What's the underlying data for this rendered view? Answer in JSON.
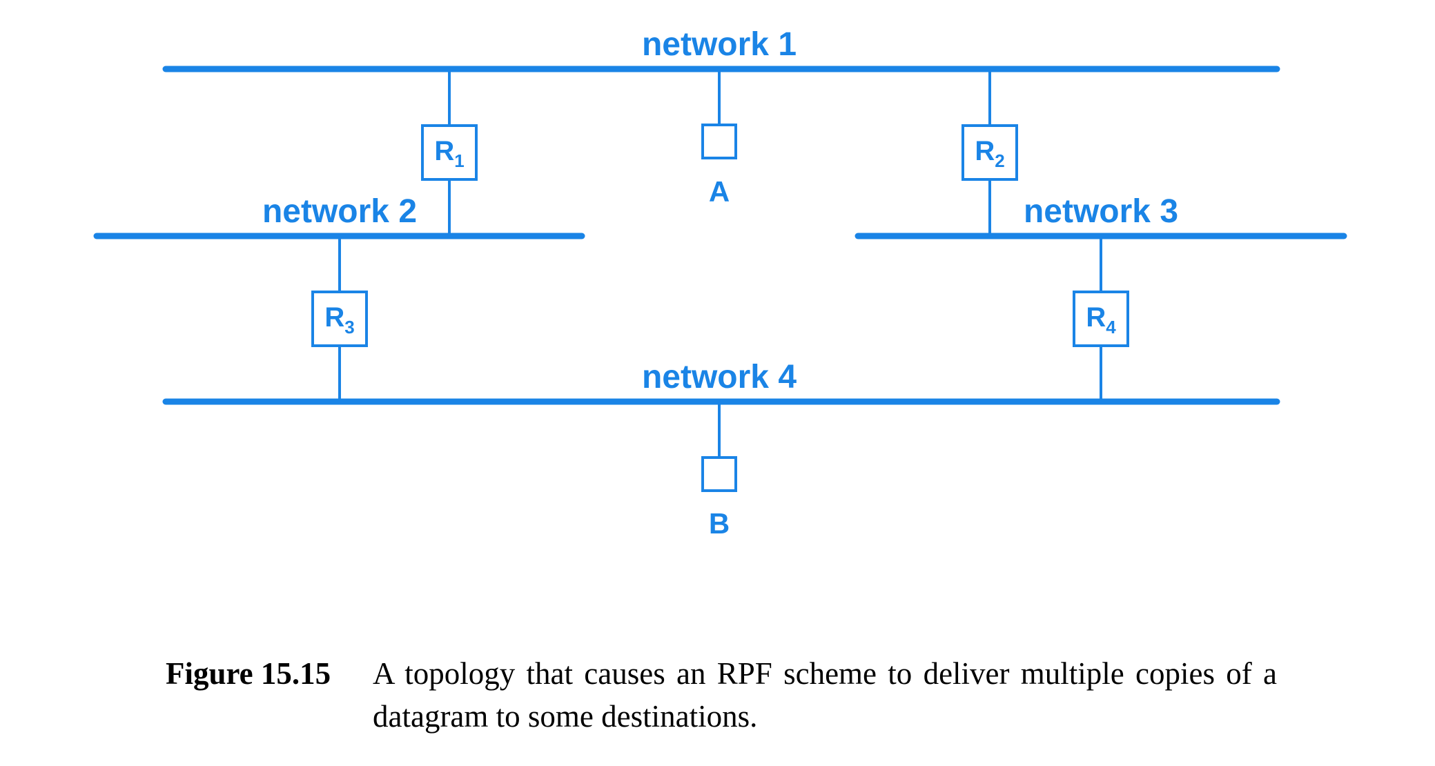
{
  "networks": [
    {
      "id": "n1",
      "label": "network 1"
    },
    {
      "id": "n2",
      "label": "network 2"
    },
    {
      "id": "n3",
      "label": "network 3"
    },
    {
      "id": "n4",
      "label": "network 4"
    }
  ],
  "routers": [
    {
      "id": "r1",
      "letter": "R",
      "subscript": "1"
    },
    {
      "id": "r2",
      "letter": "R",
      "subscript": "2"
    },
    {
      "id": "r3",
      "letter": "R",
      "subscript": "3"
    },
    {
      "id": "r4",
      "letter": "R",
      "subscript": "4"
    }
  ],
  "hosts": [
    {
      "id": "a",
      "label": "A"
    },
    {
      "id": "b",
      "label": "B"
    }
  ],
  "colors": {
    "diagram": "#1a84e6"
  },
  "caption": {
    "number": "Figure 15.15",
    "text": "A topology that causes an RPF scheme to deliver multiple copies of a datagram to some destinations."
  }
}
